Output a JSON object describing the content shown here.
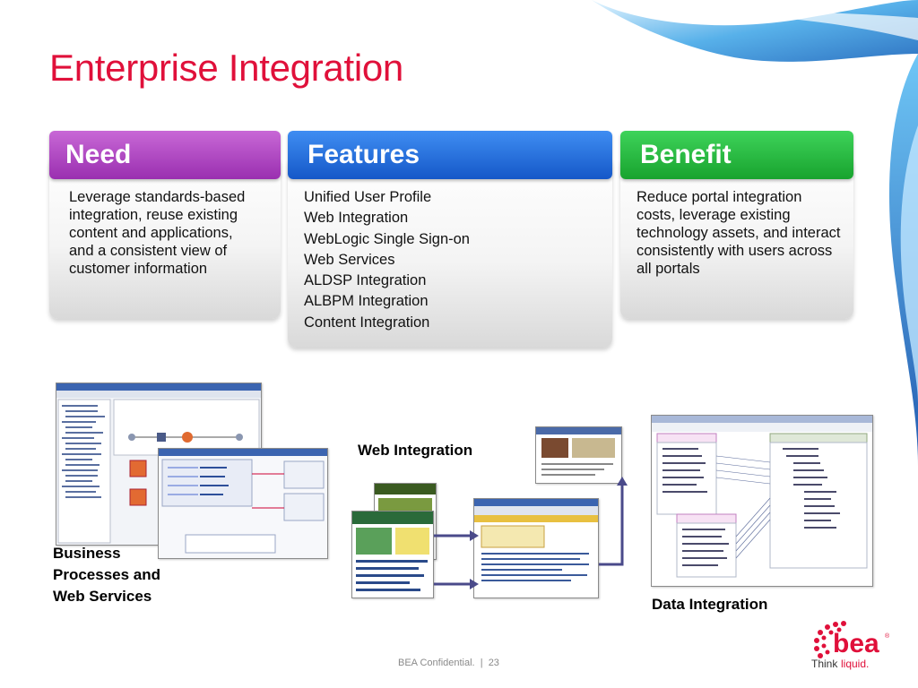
{
  "slide": {
    "title": "Enterprise Integration"
  },
  "columns": {
    "need": {
      "header": "Need",
      "header_color": "#b03fc0",
      "text": "Leverage standards-based integration, reuse existing content and applications, and a consistent view of customer information"
    },
    "features": {
      "header": "Features",
      "header_color": "#1f6fe0",
      "items": [
        "Unified User Profile",
        "Web Integration",
        "WebLogic Single Sign-on",
        "Web Services",
        "ALDSP Integration",
        "ALBPM Integration",
        "Content Integration"
      ]
    },
    "benefit": {
      "header": "Benefit",
      "header_color": "#22b43a",
      "text": "Reduce portal integration costs, leverage existing technology assets, and interact consistently with users across all portals"
    }
  },
  "captions": {
    "web_integration": "Web Integration",
    "business": "Business Processes and Web Services",
    "data_integration": "Data Integration"
  },
  "footer": {
    "text": "BEA Confidential.  |  23"
  },
  "logo": {
    "brand": "bea",
    "tagline": "Think liquid."
  },
  "colors": {
    "title": "#e0103a",
    "arrow": "#4a4a8a"
  }
}
